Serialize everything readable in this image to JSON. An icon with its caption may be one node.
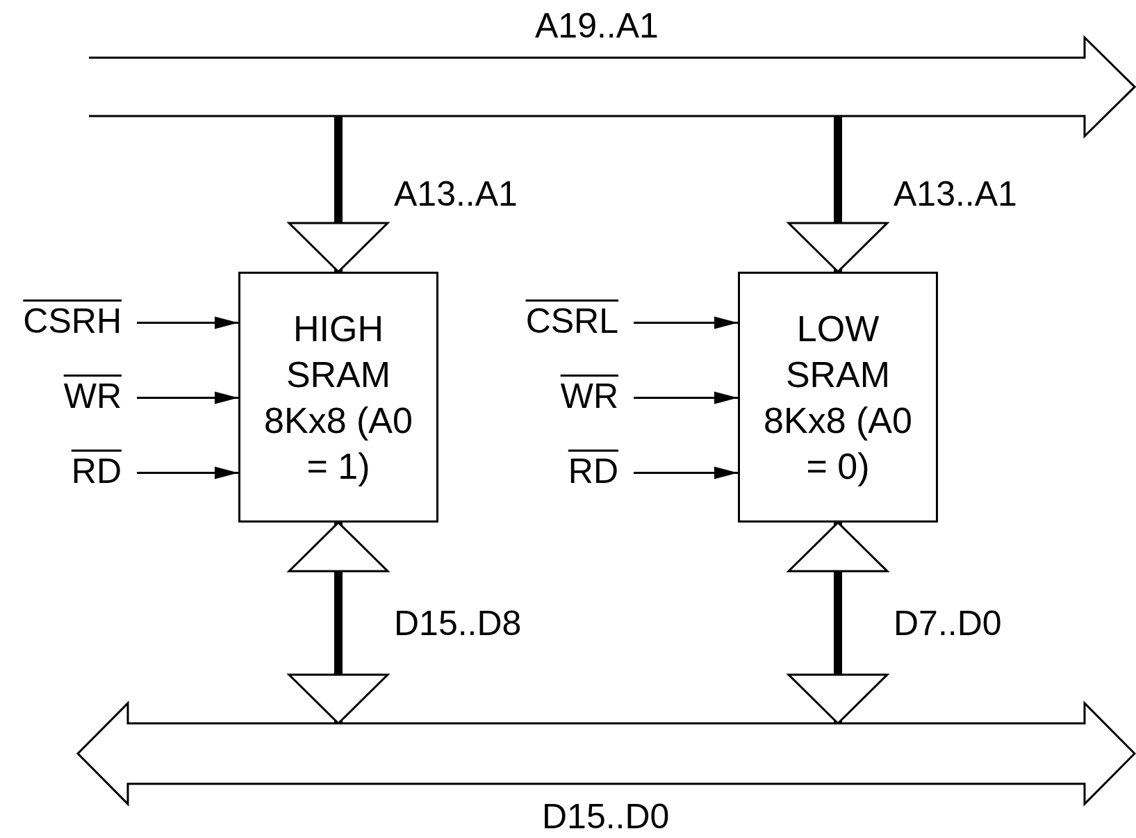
{
  "diagram": {
    "nodes": [
      {
        "text": [
          "A19..A1"
        ]
      },
      {
        "text": [
          "HIGH SRAM 8Kx8 (A0 = 1)"
        ]
      },
      {
        "text": [
          "LOW SRAM 8Kx8 (A0 = 0)"
        ]
      },
      {
        "text": [
          "D15..D0"
        ]
      },
      {
        "text": [
          "CSRH"
        ]
      },
      {
        "text": [
          "WR"
        ]
      },
      {
        "text": [
          "RD"
        ]
      },
      {
        "text": [
          "CSRL"
        ]
      },
      {
        "text": [
          "WR"
        ]
      },
      {
        "text": [
          "RD"
        ]
      }
    ],
    "edges": [
      {
        "from": 0,
        "to": 1,
        "arrow": "to",
        "label": "A13..A1",
        "style": "thick"
      },
      {
        "from": 0,
        "to": 2,
        "arrow": "to",
        "label": "A13..A1",
        "style": "thick"
      },
      {
        "from": 1,
        "to": 3,
        "arrow": "both",
        "label": "D15..D8",
        "style": "thick"
      },
      {
        "from": 2,
        "to": 3,
        "arrow": "both",
        "label": "D7..D0",
        "style": "thick"
      },
      {
        "from": 4,
        "to": 1,
        "arrow": "to"
      },
      {
        "from": 5,
        "to": 1,
        "arrow": "to"
      },
      {
        "from": 6,
        "to": 1,
        "arrow": "to"
      },
      {
        "from": 7,
        "to": 2,
        "arrow": "to"
      },
      {
        "from": 8,
        "to": 2,
        "arrow": "to"
      },
      {
        "from": 9,
        "to": 2,
        "arrow": "to"
      }
    ]
  }
}
